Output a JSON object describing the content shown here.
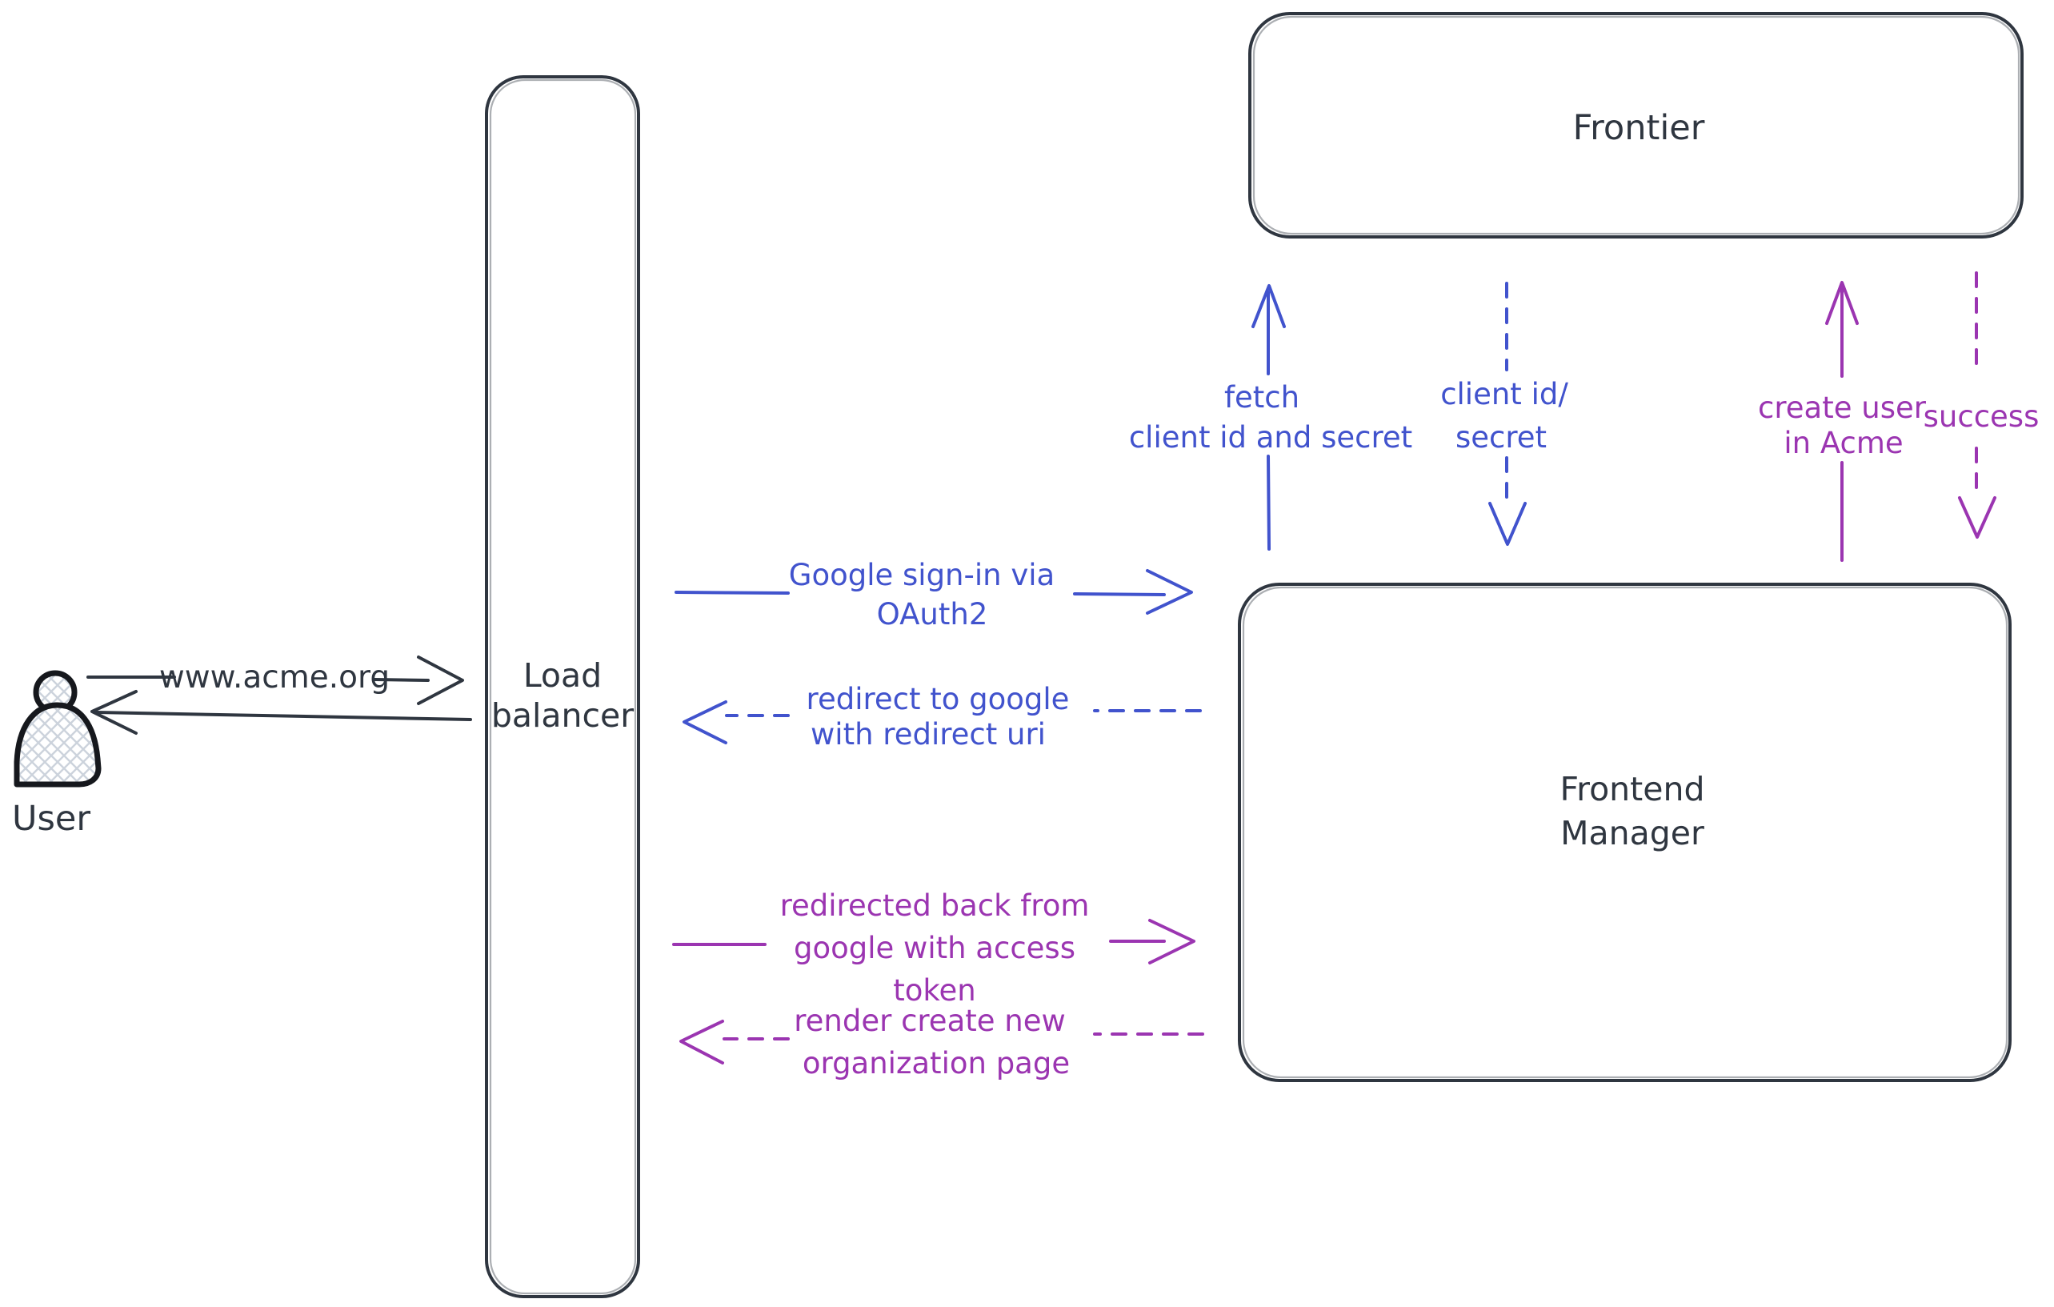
{
  "colors": {
    "ink": "#2f3640",
    "figure_ink": "#16181d",
    "blue": "#4153cd",
    "purple": "#9b35b1",
    "hatch": "#ccd3dc",
    "background": "#ffffff"
  },
  "nodes": {
    "user": {
      "label": "User"
    },
    "load_balancer": {
      "line1": "Load",
      "line2": "balancer"
    },
    "frontier": {
      "label": "Frontier"
    },
    "frontend_manager": {
      "line1": "Frontend",
      "line2": "Manager"
    }
  },
  "arrows": {
    "www_request": {
      "label": "www.acme.org"
    },
    "google_signin": {
      "line1": "Google sign-in via",
      "line2": "OAuth2"
    },
    "redirect_google": {
      "line1": "redirect to google",
      "line2": "with redirect uri"
    },
    "fetch_client": {
      "line1": "fetch",
      "line2": "client id and secret"
    },
    "client_id_secret": {
      "line1": "client id/",
      "line2": "secret"
    },
    "create_user": {
      "line1": "create user",
      "line2": "in Acme"
    },
    "success": {
      "label": "success"
    },
    "redirected_back": {
      "line1": "redirected back from",
      "line2": "google with access",
      "line3": "token"
    },
    "render_org_page": {
      "line1": "render create new",
      "line2": "organization page"
    }
  }
}
